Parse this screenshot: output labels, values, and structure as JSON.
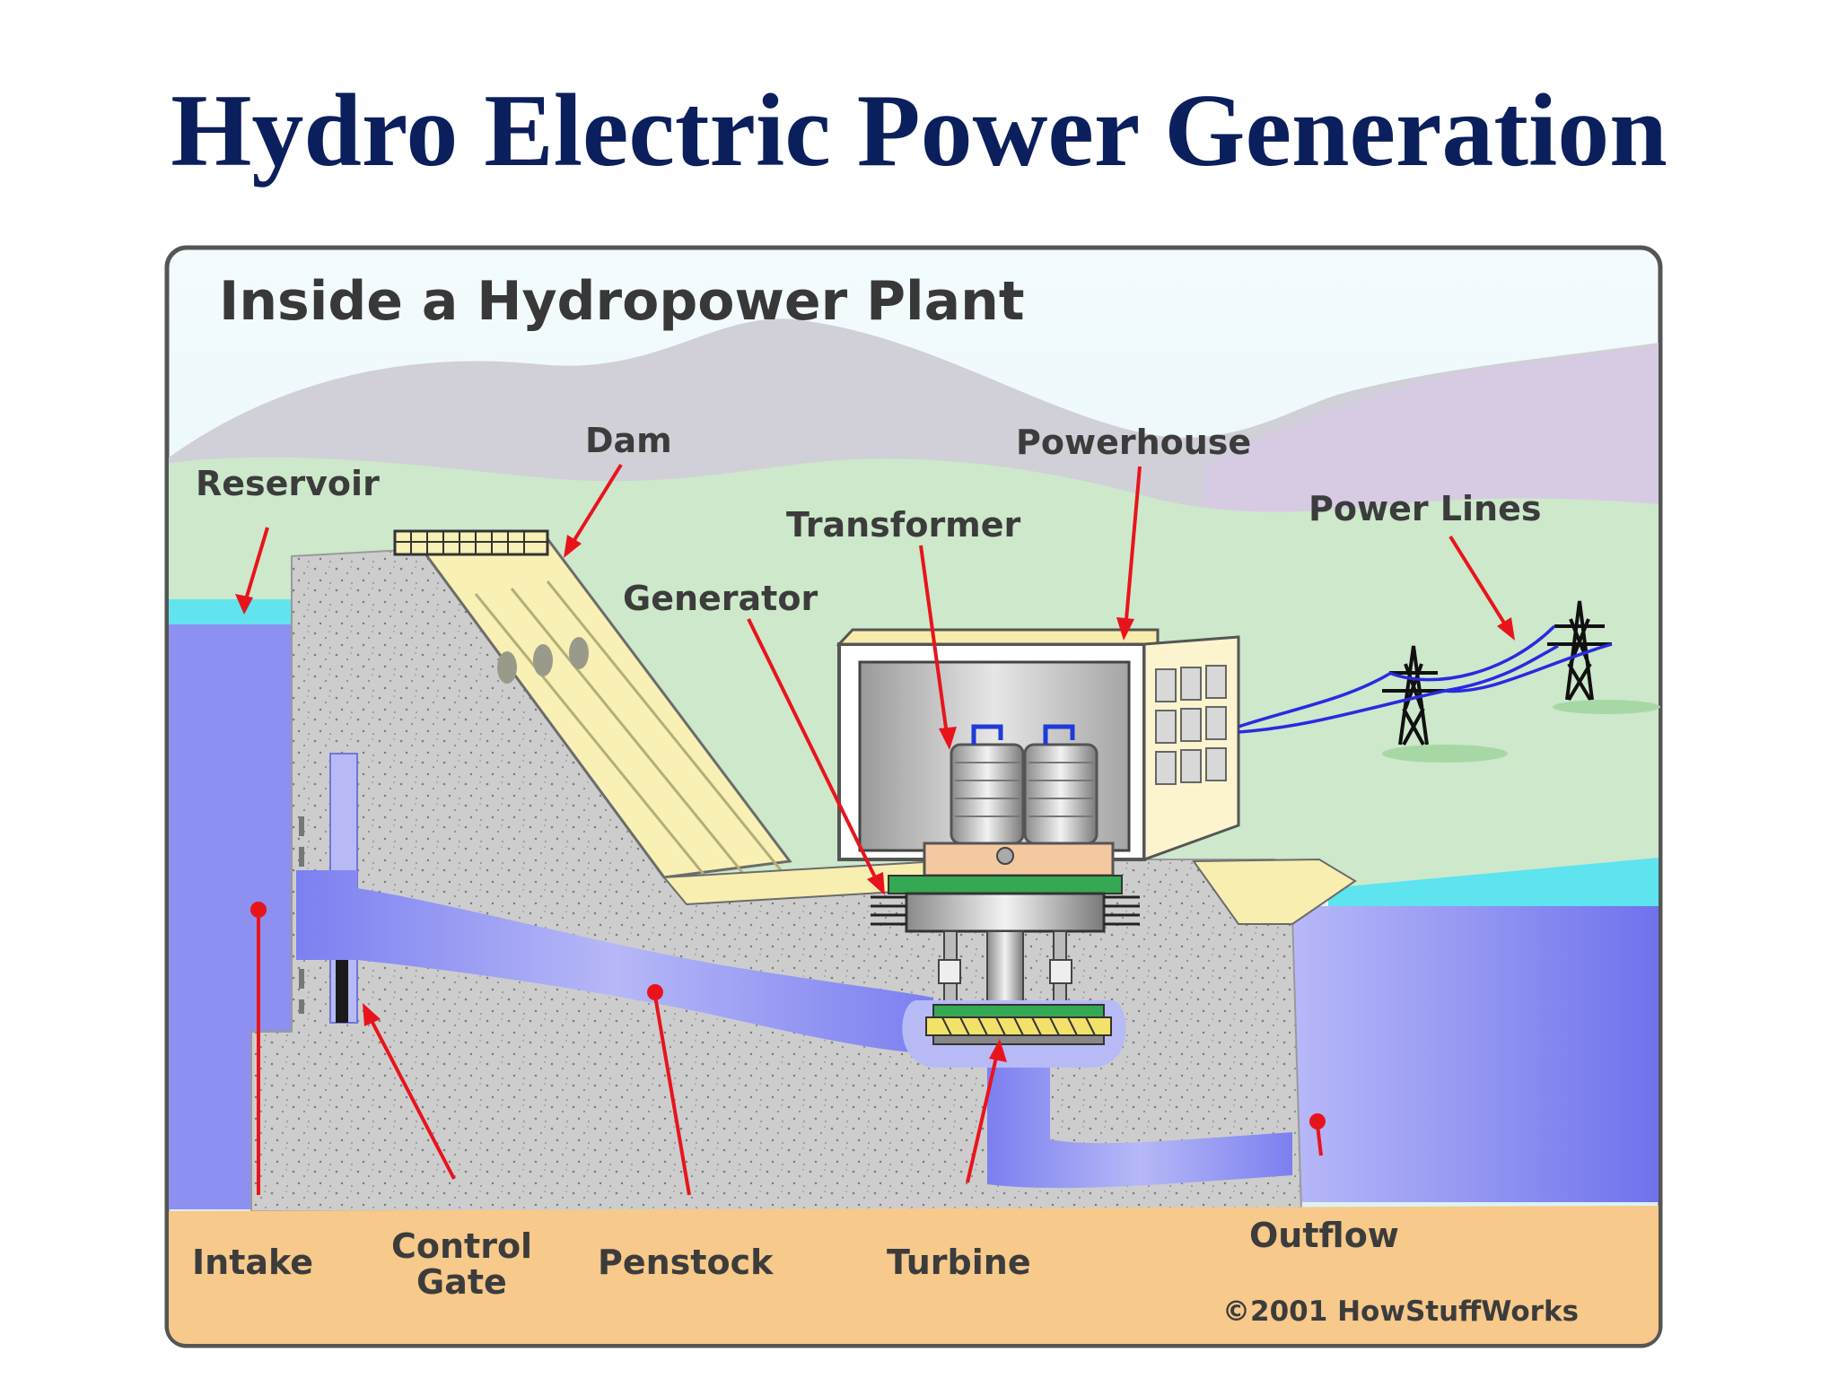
{
  "slide": {
    "title": "Hydro Electric Power Generation"
  },
  "diagram": {
    "title": "Inside a Hydropower Plant",
    "copyright": "©2001 HowStuffWorks",
    "labels": {
      "reservoir": "Reservoir",
      "dam": "Dam",
      "powerhouse": "Powerhouse",
      "transformer": "Transformer",
      "generator": "Generator",
      "power_lines": "Power Lines",
      "intake": "Intake",
      "control_gate_line1": "Control",
      "control_gate_line2": "Gate",
      "penstock": "Penstock",
      "turbine": "Turbine",
      "outflow": "Outflow"
    }
  },
  "colors": {
    "title": "#0b1f5c",
    "sky": "#dff3f8",
    "mountains_far": "#d3d0d9",
    "hills": "#cfe9cd",
    "water": "#8b8bf0",
    "water_surface": "#5ee6f0",
    "concrete": "#cfcfcf",
    "ground": "#f7c98a",
    "dam_face": "#f8f0b6",
    "arrow": "#e8141c"
  }
}
